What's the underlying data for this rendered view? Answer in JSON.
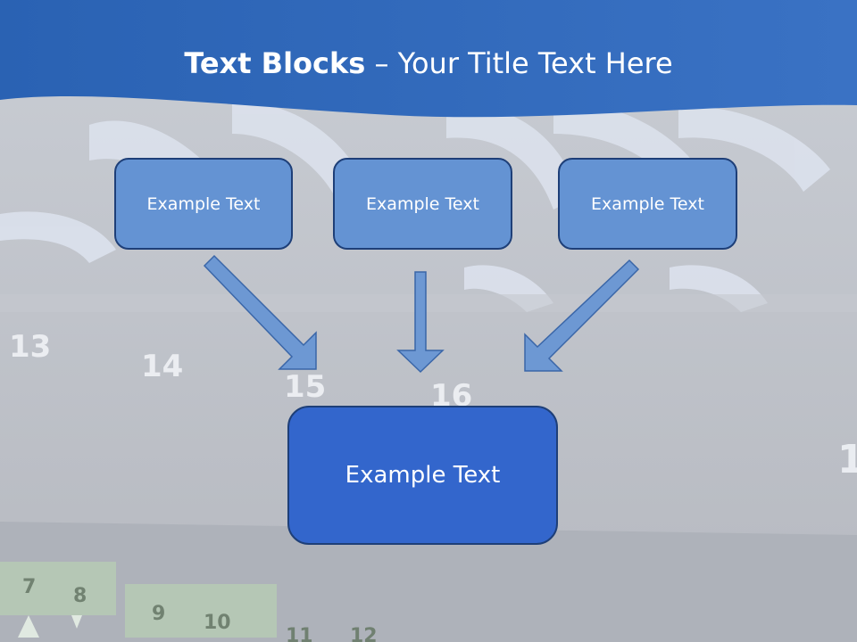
{
  "slide": {
    "title_bold": "Text Blocks",
    "title_dash": " – ",
    "title_rest": "Your Title Text Here"
  },
  "blocks": {
    "top": [
      "Example Text",
      "Example Text",
      "Example Text"
    ],
    "bottom": "Example Text"
  },
  "background": {
    "panel_numbers": [
      "13",
      "14",
      "15",
      "16",
      "1",
      "7",
      "8",
      "9",
      "10",
      "11",
      "12"
    ]
  },
  "colors": {
    "header_blue": "#2f66b5",
    "top_block_fill": "#6493d3",
    "bottom_block_fill": "#3366cc",
    "block_border": "#1e3f78",
    "arrow_fill": "#6d98d3"
  }
}
